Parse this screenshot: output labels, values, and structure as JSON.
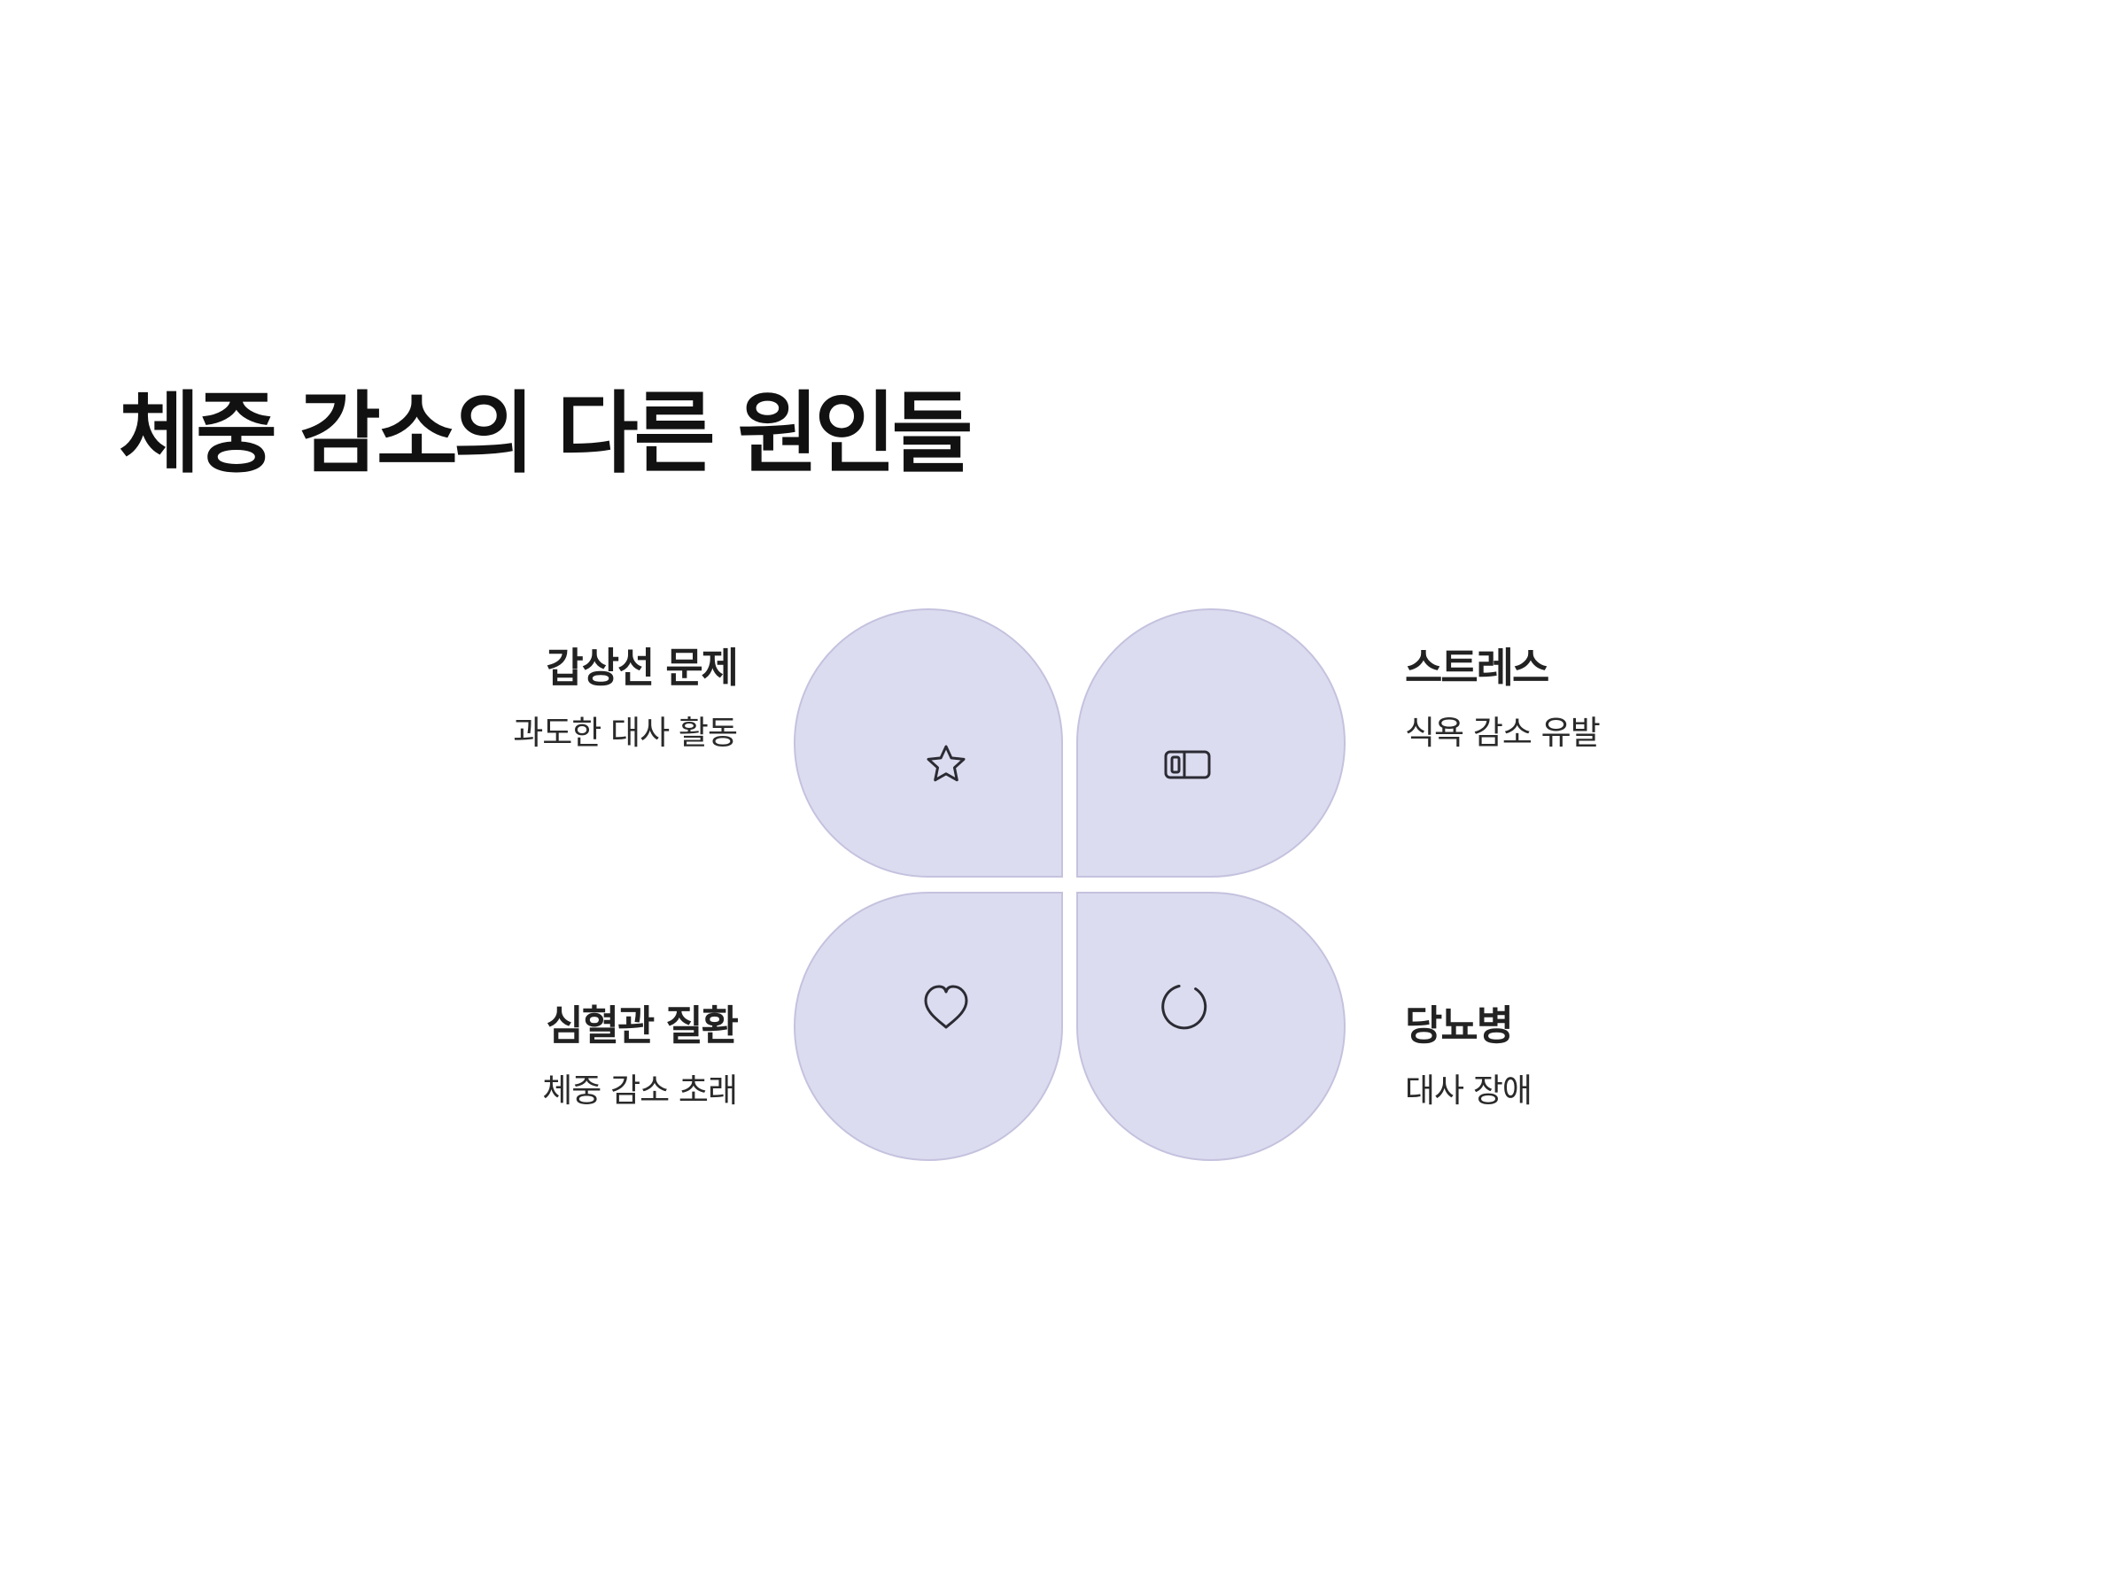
{
  "title": "체중 감소의 다른 원인들",
  "items": [
    {
      "heading": "갑상선 문제",
      "description": "과도한 대사 활동",
      "icon": "star-icon"
    },
    {
      "heading": "스트레스",
      "description": "식욕 감소 유발",
      "icon": "toggle-icon"
    },
    {
      "heading": "심혈관 질환",
      "description": "체중 감소 초래",
      "icon": "heart-icon"
    },
    {
      "heading": "당뇨병",
      "description": "대사 장애",
      "icon": "loading-circle-icon"
    }
  ],
  "colors": {
    "petal_fill": "#dcdcf0",
    "petal_stroke": "#c4c2de",
    "icon_stroke": "#2b2b33",
    "title_text": "#111111"
  }
}
